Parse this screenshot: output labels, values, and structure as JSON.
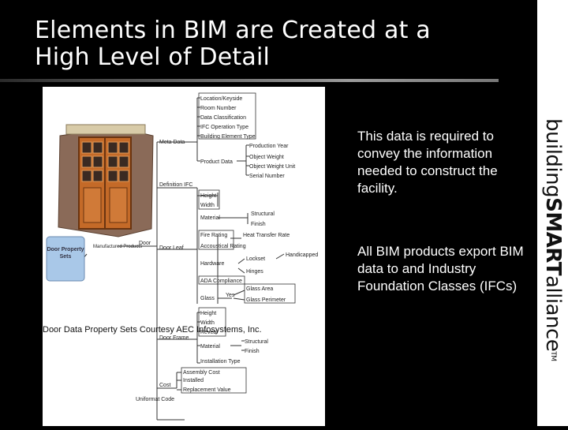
{
  "slide": {
    "title_line1": "Elements in BIM are Created at a",
    "title_line2": "High Level of Detail",
    "paragraph1": "This data is required to convey the information needed to construct the facility.",
    "paragraph2": "All BIM products export BIM data to and Industry Foundation Classes (IFCs)"
  },
  "brand": {
    "prefix": "building",
    "bold": "SMART",
    "suffix": "alliance",
    "mark": "TM"
  },
  "figure": {
    "caption": "Door Data Property Sets Courtesy AEC Infosystems, Inc.",
    "root": "Door Property Sets",
    "manufactured": "Manufactured Products",
    "door": "Door",
    "meta_data": "Meta Data",
    "definition_ifc": "Definition IFC",
    "door_leaf": "Door Leaf",
    "door_frame": "Door Frame",
    "cost": "Cost",
    "uniformat": "Uniformat Code",
    "meta_items": [
      "Location/Keyside",
      "Room Number",
      "Data Classification",
      "IFC Operation Type",
      "Building Element Type"
    ],
    "product_data": "Product Data",
    "product_items": [
      "Production Year",
      "Object Weight",
      "Object Weight Unit",
      "Serial Number"
    ],
    "leaf_items": {
      "height": "Height",
      "width": "Width",
      "material": "Material",
      "structural": "Structural",
      "finish": "Finish",
      "fire_rating": "Fire Rating",
      "heat_transfer": "Heat Transfer Rate",
      "acoustical": "Accoustical Rating",
      "hardware": "Hardware",
      "locksets": "Lockset",
      "handicapped": "Handicapped",
      "hinges": "Hinges",
      "ada": "ADA Compliance",
      "glass": "Glass",
      "yes": "Yes",
      "glass_area": "Glass Area",
      "glass_perimeter": "Glass Perimeter"
    },
    "frame_items": {
      "height": "Height",
      "width": "Width",
      "reveal": "Reveal",
      "material": "Material",
      "structural": "Structural",
      "finish": "Finish",
      "installation": "Installation Type"
    },
    "cost_items": [
      "Assembly Cost",
      "Installed",
      "Replacement Value"
    ]
  }
}
